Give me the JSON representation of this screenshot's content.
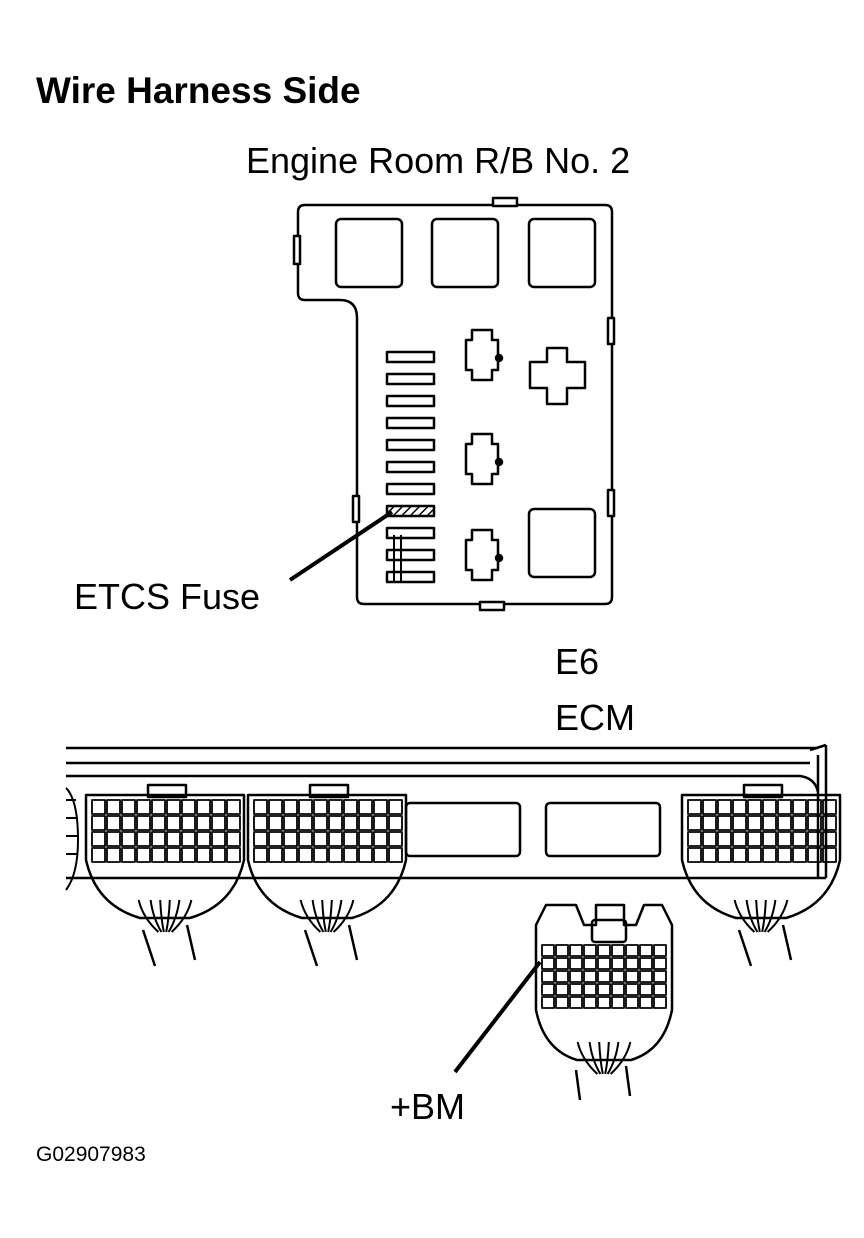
{
  "diagram": {
    "title": "Wire Harness Side",
    "relay_block_label": "Engine Room R/B No. 2",
    "fuse_label": "ETCS Fuse",
    "connector_code": "E6",
    "ecm_label": "ECM",
    "terminal_label": "+BM",
    "figure_code": "G02907983"
  }
}
